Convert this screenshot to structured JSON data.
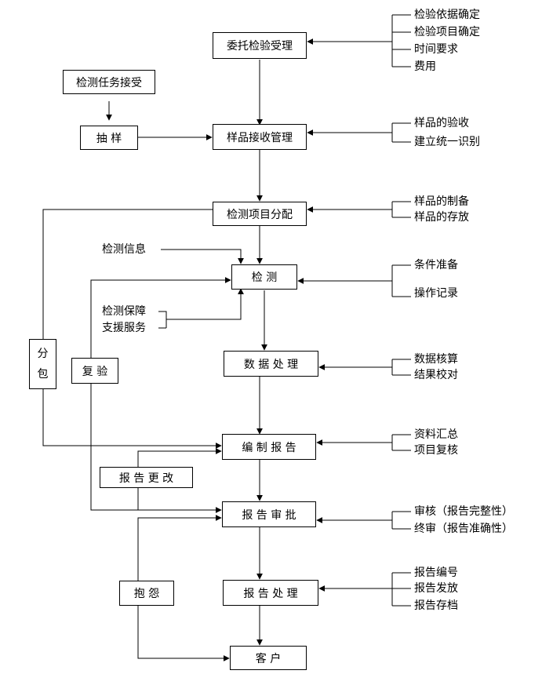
{
  "boxes": {
    "commission": "委托检验受理",
    "task_receive": "检测任务接受",
    "sampling": "抽 样",
    "sample_mgmt": "样品接收管理",
    "project_alloc": "检测项目分配",
    "inspect": "检 测",
    "data_process": "数 据 处 理",
    "compile_report": "编 制 报 告",
    "report_approve": "报 告 审 批",
    "report_handle": "报 告 处 理",
    "customer": "客  户",
    "subcontract": [
      "分",
      "包"
    ],
    "recheck": "复 验",
    "report_change": "报 告 更 改",
    "complaint": "抱 怨"
  },
  "notes": {
    "commission": [
      "检验依据确定",
      "检验项目确定",
      "时间要求",
      "费用"
    ],
    "sample_mgmt": [
      "样品的验收",
      "建立统一识别"
    ],
    "project_alloc": [
      "样品的制备",
      "样品的存放"
    ],
    "inspect": [
      "条件准备",
      "操作记录"
    ],
    "data_process": [
      "数据核算",
      "结果校对"
    ],
    "compile_report": [
      "资料汇总",
      "项目复核"
    ],
    "report_approve": [
      "审核（报告完整性）",
      "终审（报告准确性）"
    ],
    "report_handle": [
      "报告编号",
      "报告发放",
      "报告存档"
    ]
  },
  "side_inputs": {
    "inspection_info": "检测信息",
    "support": [
      "检测保障",
      "支援服务"
    ]
  }
}
